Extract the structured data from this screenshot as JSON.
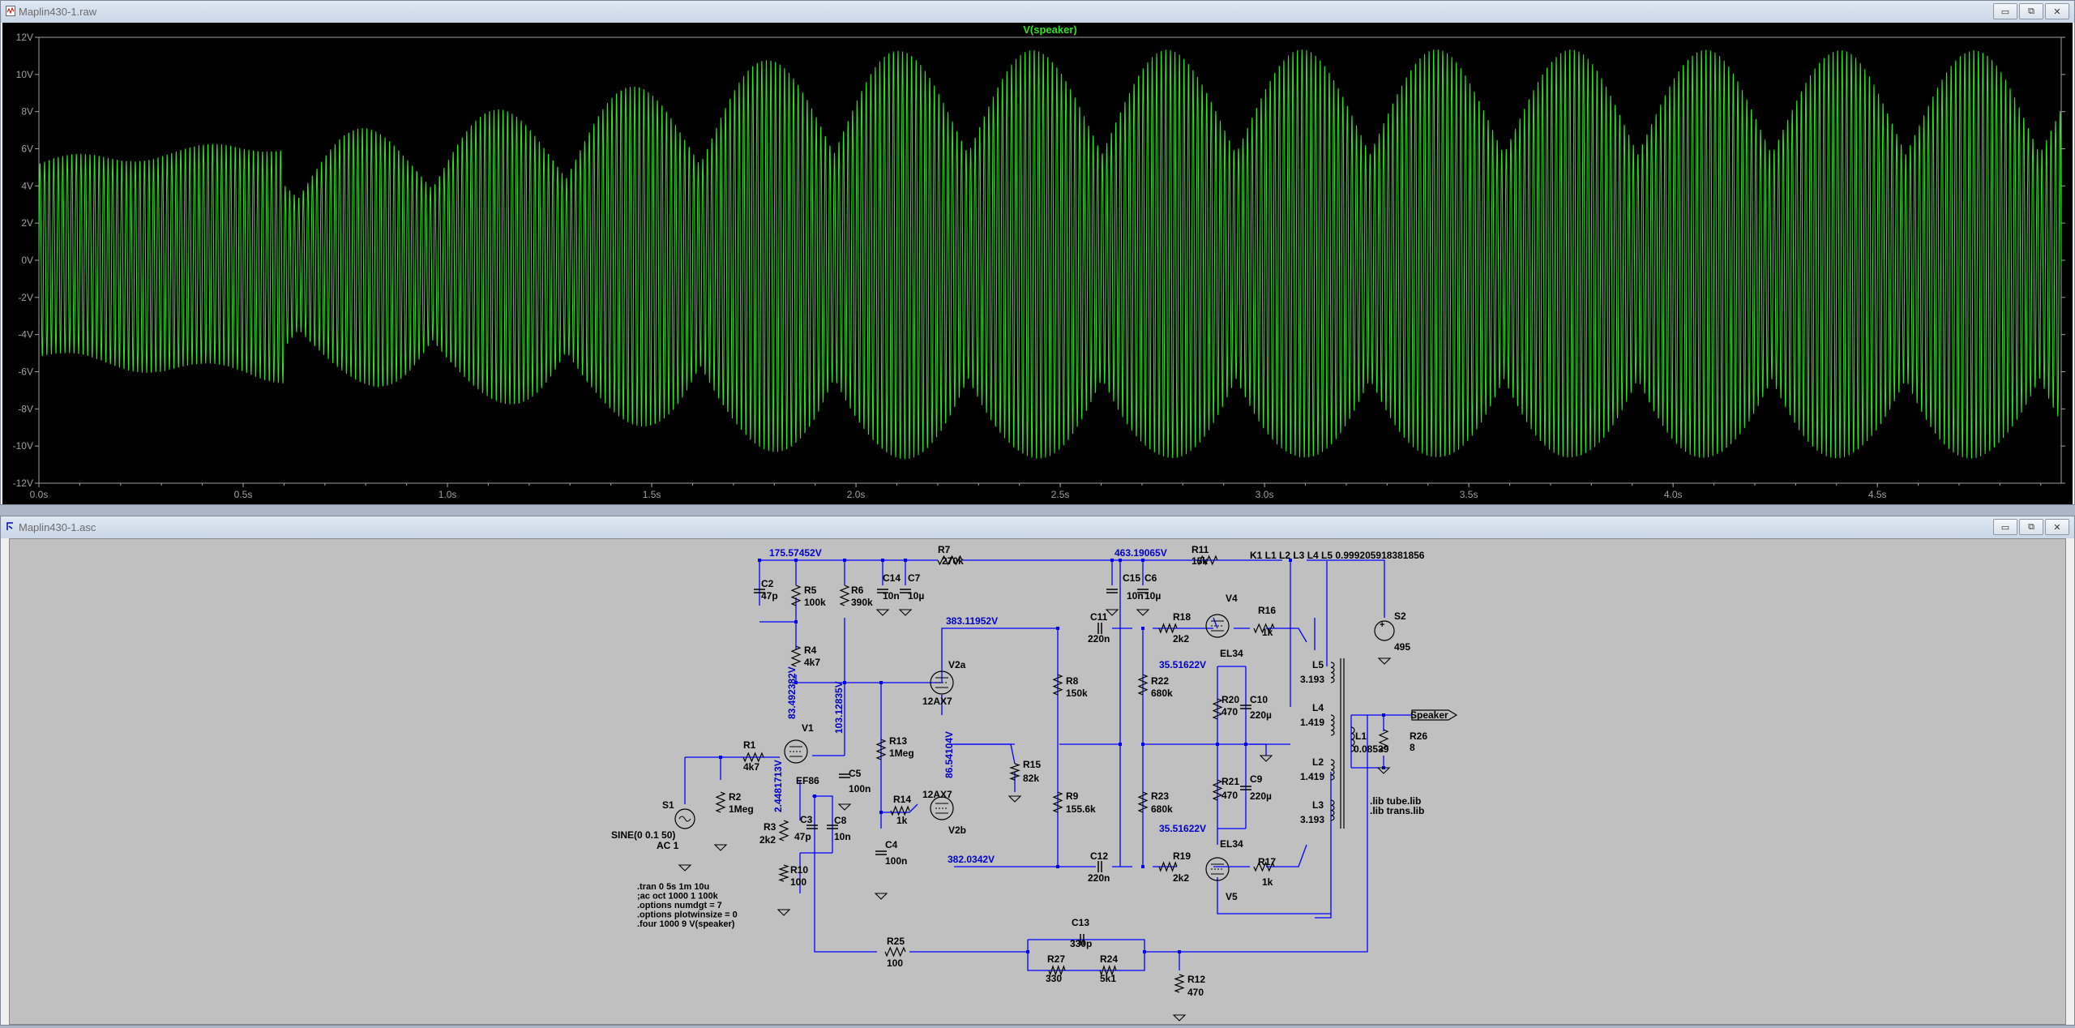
{
  "waveform_window": {
    "title": "Maplin430-1.raw"
  },
  "schematic_window": {
    "title": "Maplin430-1.asc"
  },
  "window_buttons": {
    "minimize": "▭",
    "restore": "⧉",
    "close": "✕"
  },
  "colors": {
    "trace": "#2fe51f",
    "plot_bg": "#000000",
    "axis": "#a0a0a0",
    "wire": "#0000ff",
    "sch_bg": "#c0c0c0",
    "netlabel": "#0000cc"
  },
  "chart_data": {
    "type": "line",
    "title": "V(speaker)",
    "xlabel": "",
    "ylabel": "",
    "xlim": [
      0,
      4.95
    ],
    "ylim": [
      -12,
      12
    ],
    "x_ticks": [
      "0.0s",
      "0.5s",
      "1.0s",
      "1.5s",
      "2.0s",
      "2.5s",
      "3.0s",
      "3.5s",
      "4.0s",
      "4.5s"
    ],
    "y_ticks": [
      "12V",
      "10V",
      "8V",
      "6V",
      "4V",
      "2V",
      "0V",
      "-2V",
      "-4V",
      "-6V",
      "-8V",
      "-10V",
      "-12V"
    ],
    "series": [
      {
        "name": "V(speaker)",
        "envelope_t": [
          0,
          0.3,
          0.5,
          0.7,
          0.9,
          1.1,
          1.3,
          1.5,
          1.7,
          1.9,
          2.0,
          2.2,
          2.4,
          2.5,
          2.7,
          2.9,
          3.0,
          3.2,
          3.4,
          3.5,
          3.7,
          3.9,
          4.0,
          4.2,
          4.4,
          4.5,
          4.7,
          4.9,
          4.95
        ],
        "envelope_v": [
          5.2,
          5.8,
          6.0,
          6.6,
          7.2,
          7.8,
          8.5,
          9.3,
          10.2,
          11.0,
          11.0,
          11.0,
          11.0,
          11.0,
          11.0,
          11.0,
          11.0,
          11.0,
          11.0,
          11.0,
          11.0,
          11.0,
          11.0,
          11.0,
          11.0,
          11.0,
          11.0,
          11.0,
          11.0
        ],
        "oscillation_cycles_per_s": 90
      }
    ]
  },
  "schematic": {
    "netlabels": [
      {
        "id": "n1",
        "text": "175.57452V"
      },
      {
        "id": "n2",
        "text": "463.19065V"
      },
      {
        "id": "n3",
        "text": "383.11952V"
      },
      {
        "id": "n4",
        "text": "35.51622V"
      },
      {
        "id": "n5",
        "text": "35.51622V"
      },
      {
        "id": "n6",
        "text": "382.0342V"
      },
      {
        "id": "n7",
        "text": "83.492382V"
      },
      {
        "id": "n8",
        "text": "103.12835V"
      },
      {
        "id": "n9",
        "text": "86.54104V"
      },
      {
        "id": "n10",
        "text": "2.4481713V"
      }
    ],
    "components": [
      {
        "id": "R7",
        "name": "R7",
        "value": "270k"
      },
      {
        "id": "R11",
        "name": "R11",
        "value": "15k"
      },
      {
        "id": "C2",
        "name": "C2",
        "value": "47p"
      },
      {
        "id": "R5",
        "name": "R5",
        "value": "100k"
      },
      {
        "id": "R6",
        "name": "R6",
        "value": "390k"
      },
      {
        "id": "C14",
        "name": "C14",
        "value": "10n"
      },
      {
        "id": "C7",
        "name": "C7",
        "value": "10µ"
      },
      {
        "id": "C15",
        "name": "C15",
        "value": "10n"
      },
      {
        "id": "C6",
        "name": "C6",
        "value": "10µ"
      },
      {
        "id": "R4",
        "name": "R4",
        "value": "4k7"
      },
      {
        "id": "V2a",
        "name": "V2a",
        "value": "12AX7"
      },
      {
        "id": "C11",
        "name": "C11",
        "value": "220n"
      },
      {
        "id": "R18",
        "name": "R18",
        "value": "2k2"
      },
      {
        "id": "V4",
        "name": "V4",
        "value": "EL34"
      },
      {
        "id": "R16",
        "name": "R16",
        "value": "1k"
      },
      {
        "id": "S2",
        "name": "S2",
        "value": "495"
      },
      {
        "id": "R8",
        "name": "R8",
        "value": "150k"
      },
      {
        "id": "R22",
        "name": "R22",
        "value": "680k"
      },
      {
        "id": "R20",
        "name": "R20",
        "value": "470"
      },
      {
        "id": "C10",
        "name": "C10",
        "value": "220µ"
      },
      {
        "id": "L5",
        "name": "L5",
        "value": "3.193"
      },
      {
        "id": "L4",
        "name": "L4",
        "value": "1.419"
      },
      {
        "id": "L1",
        "name": "L1",
        "value": "0.08539"
      },
      {
        "id": "R26",
        "name": "R26",
        "value": "8"
      },
      {
        "id": "L2",
        "name": "L2",
        "value": "1.419"
      },
      {
        "id": "L3",
        "name": "L3",
        "value": "3.193"
      },
      {
        "id": "V1",
        "name": "V1",
        "value": "EF86"
      },
      {
        "id": "R1",
        "name": "R1",
        "value": "4k7"
      },
      {
        "id": "R13",
        "name": "R13",
        "value": "1Meg"
      },
      {
        "id": "C5",
        "name": "C5",
        "value": "100n"
      },
      {
        "id": "R15",
        "name": "R15",
        "value": "82k"
      },
      {
        "id": "R2",
        "name": "R2",
        "value": "1Meg"
      },
      {
        "id": "R14",
        "name": "R14",
        "value": "1k"
      },
      {
        "id": "V2b",
        "name": "V2b",
        "value": "12AX7"
      },
      {
        "id": "R9",
        "name": "R9",
        "value": "155.6k"
      },
      {
        "id": "R23",
        "name": "R23",
        "value": "680k"
      },
      {
        "id": "R21",
        "name": "R21",
        "value": "470"
      },
      {
        "id": "C9",
        "name": "C9",
        "value": "220µ"
      },
      {
        "id": "C3",
        "name": "C3",
        "value": "47p"
      },
      {
        "id": "C8",
        "name": "C8",
        "value": "10n"
      },
      {
        "id": "R3",
        "name": "R3",
        "value": "2k2"
      },
      {
        "id": "C4",
        "name": "C4",
        "value": "100n"
      },
      {
        "id": "C12",
        "name": "C12",
        "value": "220n"
      },
      {
        "id": "R19",
        "name": "R19",
        "value": "2k2"
      },
      {
        "id": "V5",
        "name": "V5",
        "value": "EL34"
      },
      {
        "id": "R17",
        "name": "R17",
        "value": "1k"
      },
      {
        "id": "R10",
        "name": "R10",
        "value": "100"
      },
      {
        "id": "C13",
        "name": "C13",
        "value": "330p"
      },
      {
        "id": "R25",
        "name": "R25",
        "value": "100"
      },
      {
        "id": "R27",
        "name": "R27",
        "value": "330"
      },
      {
        "id": "R24",
        "name": "R24",
        "value": "5k1"
      },
      {
        "id": "R12",
        "name": "R12",
        "value": "470"
      }
    ],
    "source_S1": {
      "name": "S1",
      "value": "SINE(0 0.1 50)",
      "ac": "AC 1"
    },
    "coupling": "K1 L1 L2 L3 L4 L5 0.999205918381856",
    "port_label": "Speaker",
    "libs": [
      ".lib tube.lib",
      ".lib trans.lib"
    ],
    "directives": [
      ".tran 0 5s 1m 10u",
      ";ac oct 1000 1 100k",
      ".options numdgt = 7",
      ".options plotwinsize = 0",
      ".four 1000 9  V(speaker)"
    ]
  }
}
